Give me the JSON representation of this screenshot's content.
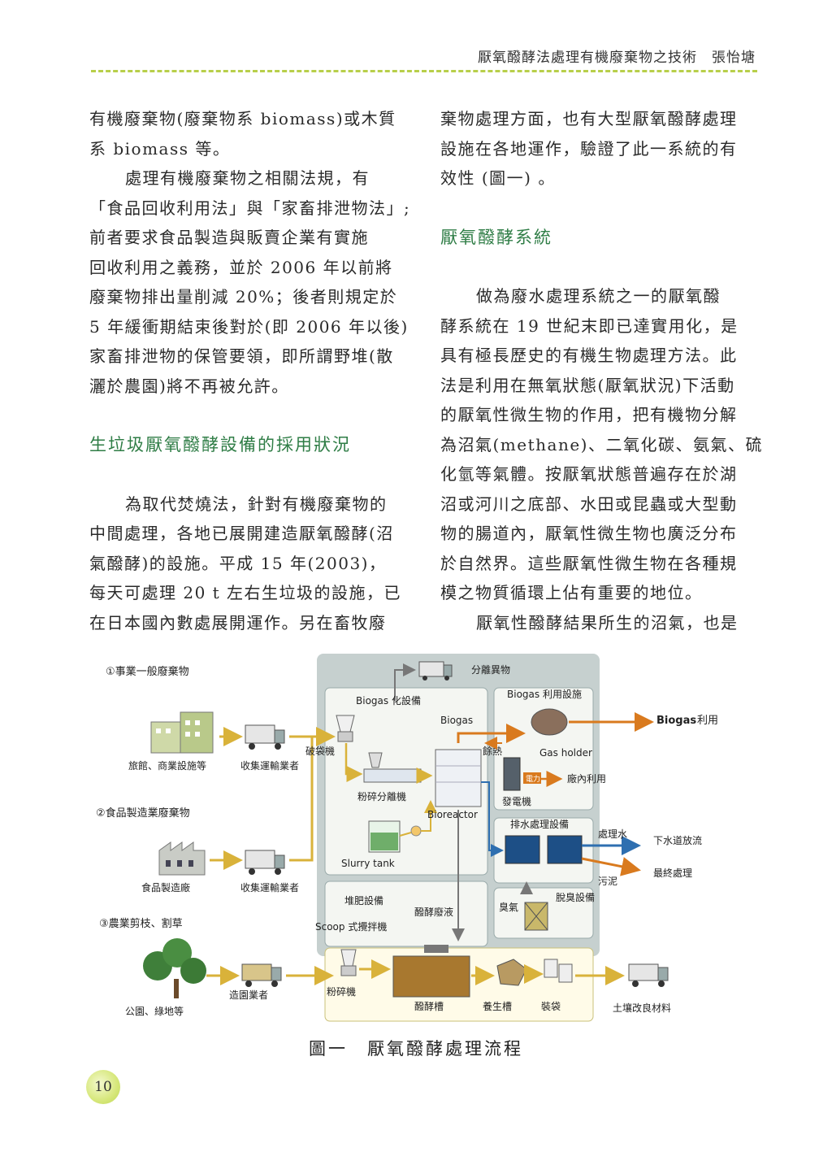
{
  "header": {
    "running_title": "厭氧醱酵法處理有機廢棄物之技術　張怡塘"
  },
  "left_column": {
    "p1_l1": "有機廢棄物(廢棄物系 biomass)或木質",
    "p1_l2": "系 biomass 等。",
    "p2_l1": "處理有機廢棄物之相關法規，有",
    "p2_l2": "「食品回收利用法」與「家畜排泄物法」;",
    "p2_l3": "前者要求食品製造與販賣企業有實施",
    "p2_l4": "回收利用之義務，並於 2006 年以前將",
    "p2_l5": "廢棄物排出量削減 20%；後者則規定於",
    "p2_l6": "5 年緩衝期結束後對於(即 2006 年以後)",
    "p2_l7": "家畜排泄物的保管要領，即所謂野堆(散",
    "p2_l8": "灑於農園)將不再被允許。",
    "heading": "生垃圾厭氧醱酵設備的採用狀況",
    "p3_l1": "為取代焚燒法，針對有機廢棄物的",
    "p3_l2": "中間處理，各地已展開建造厭氧醱酵(沼",
    "p3_l3": "氣醱酵)的設施。平成 15 年(2003)，",
    "p3_l4": "每天可處理 20 t 左右生垃圾的設施，已",
    "p3_l5": "在日本國內數處展開運作。另在畜牧廢"
  },
  "right_column": {
    "p1_l1": "棄物處理方面，也有大型厭氧醱酵處理",
    "p1_l2": "設施在各地運作，驗證了此一系統的有",
    "p1_l3": "效性 (圖一) 。",
    "heading": "厭氧醱酵系統",
    "p2_l1": "做為廢水處理系統之一的厭氧醱",
    "p2_l2": "酵系統在 19 世紀末即已達實用化，是",
    "p2_l3": "具有極長歷史的有機生物處理方法。此",
    "p2_l4": "法是利用在無氧狀態(厭氧狀況)下活動",
    "p2_l5": "的厭氧性微生物的作用，把有機物分解",
    "p2_l6": "為沼氣(methane)、二氧化碳、氨氣、硫",
    "p2_l7": "化氫等氣體。按厭氧狀態普遍存在於湖",
    "p2_l8": "沼或河川之底部、水田或昆蟲或大型動",
    "p2_l9": "物的腸道內，厭氧性微生物也廣泛分布",
    "p2_l10": "於自然界。這些厭氧性微生物在各種規",
    "p2_l11": "模之物質循環上佔有重要的地位。",
    "p3_l1": "厭氧性醱酵結果所生的沼氣，也是"
  },
  "figure": {
    "sec1": "①事業一般廢棄物",
    "sec2": "②食品製造業廢棄物",
    "sec3": "③農業剪枝、割草",
    "src1": "旅館、商業設施等",
    "src2": "食品製造廠",
    "src3": "公園、綠地等",
    "collector1": "收集運輸業者",
    "collector2": "收集運輸業者",
    "collector3": "造園業者",
    "separated": "分離異物",
    "biogas_unit": "Biogas 化設備",
    "crusher": "破袋機",
    "pulverizer": "粉碎分離機",
    "slurry": "Slurry tank",
    "bioreactor": "Bioreactor",
    "biogas": "Biogas",
    "biogas_use_unit": "Biogas 利用設施",
    "gas_holder": "Gas holder",
    "waste_heat": "餘熱",
    "generator": "發電機",
    "power_label": "電力",
    "inplant": "廠內利用",
    "biogas_out": "Biogas",
    "biogas_use": "利用",
    "wastewater_unit": "排水處理設備",
    "treated_water": "處理水",
    "sewer": "下水道放流",
    "sludge": "污泥",
    "final": "最終處理",
    "odor_gas": "臭氣",
    "deodor": "脫臭設備",
    "compost_unit": "堆肥設備",
    "scoop": "Scoop 式攪拌機",
    "digestate": "醱酵廢液",
    "pulverizer2": "粉碎機",
    "ferment_tank": "醱酵槽",
    "curing": "養生槽",
    "bagging": "裝袋",
    "soil": "土壤改良材料"
  },
  "caption": "圖一　厭氧醱酵處理流程",
  "page_number": "10"
}
